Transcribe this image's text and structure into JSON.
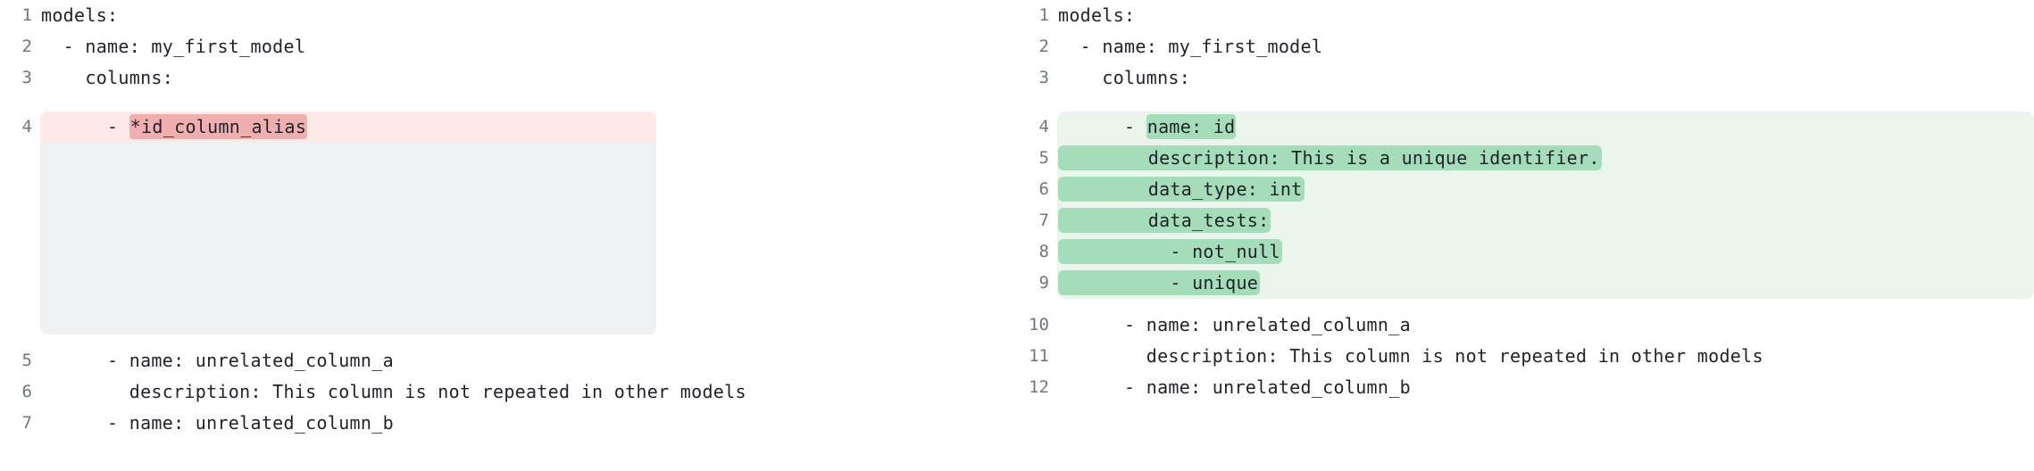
{
  "view": {
    "type": "side-by-side-diff",
    "language": "yaml",
    "colors": {
      "page_background": "#ffffff",
      "text": "#1f2328",
      "line_number": "#6e7781",
      "deleted_row_background": "#fdeae7",
      "deleted_word_background": "#f1aeae",
      "deleted_block_filler": "#eff1f3",
      "added_row_background": "#eaf6ec",
      "added_word_background": "#a5dcb9"
    }
  },
  "left_pane": {
    "name": "before",
    "lines": [
      {
        "number": "1",
        "text": "models:",
        "kind": "context"
      },
      {
        "number": "2",
        "text": "  - name: my_first_model",
        "kind": "context"
      },
      {
        "number": "3",
        "text": "    columns:",
        "kind": "context"
      },
      {
        "number": "4",
        "prefix": "      - ",
        "highlight": "*id_column_alias",
        "text": "      - *id_column_alias",
        "kind": "deleted"
      },
      {
        "number": "5",
        "text": "      - name: unrelated_column_a",
        "kind": "context"
      },
      {
        "number": "6",
        "text": "        description: This column is not repeated in other models",
        "kind": "context"
      },
      {
        "number": "7",
        "text": "      - name: unrelated_column_b",
        "kind": "context"
      }
    ]
  },
  "right_pane": {
    "name": "after",
    "lines": [
      {
        "number": "1",
        "text": "models:",
        "kind": "context"
      },
      {
        "number": "2",
        "text": "  - name: my_first_model",
        "kind": "context"
      },
      {
        "number": "3",
        "text": "    columns:",
        "kind": "context"
      },
      {
        "number": "4",
        "prefix": "      - ",
        "highlight": "name: id",
        "text": "      - name: id",
        "kind": "added"
      },
      {
        "number": "5",
        "highlight": "        description: This is a unique identifier.",
        "text": "        description: This is a unique identifier.",
        "kind": "added-full"
      },
      {
        "number": "6",
        "highlight": "        data_type: int",
        "text": "        data_type: int",
        "kind": "added-full"
      },
      {
        "number": "7",
        "highlight": "        data_tests:",
        "text": "        data_tests:",
        "kind": "added-full"
      },
      {
        "number": "8",
        "highlight": "          - not_null",
        "text": "          - not_null",
        "kind": "added-full"
      },
      {
        "number": "9",
        "highlight": "          - unique",
        "text": "          - unique",
        "kind": "added-full"
      },
      {
        "number": "10",
        "text": "      - name: unrelated_column_a",
        "kind": "context"
      },
      {
        "number": "11",
        "text": "        description: This column is not repeated in other models",
        "kind": "context"
      },
      {
        "number": "12",
        "text": "      - name: unrelated_column_b",
        "kind": "context"
      }
    ]
  }
}
